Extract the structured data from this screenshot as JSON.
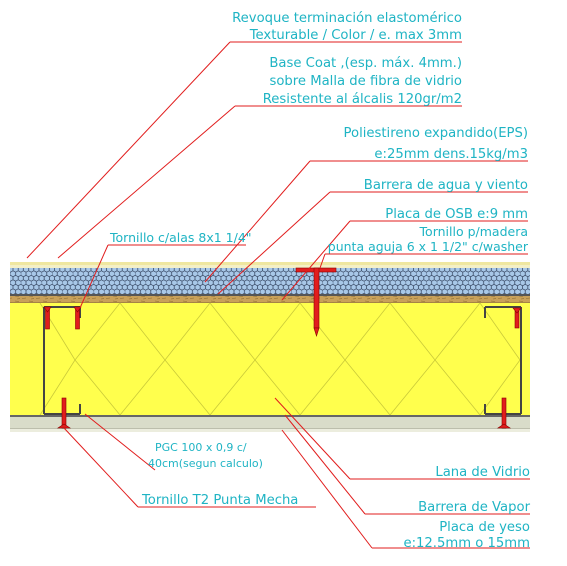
{
  "labels": {
    "revoque_1": "Revoque terminación elastomérico",
    "revoque_2": "Texturable / Color / e. max 3mm",
    "basecoat_1": "Base Coat ,(esp. máx. 4mm.)",
    "basecoat_2": "sobre Malla de fibra de vidrio",
    "basecoat_3": "Resistente al álcalis 120gr/m2",
    "eps_1": "Poliestireno expandido(EPS)",
    "eps_2": "e:25mm dens.15kg/m3",
    "barrera_agua": "Barrera de agua y viento",
    "osb": "Placa de OSB e:9 mm",
    "tornillo_madera_1": "Tornillo p/madera",
    "tornillo_madera_2": "punta aguja 6 x 1 1/2\" c/washer",
    "tornillo_alas": "Tornillo c/alas 8x1 1/4\"",
    "pgc_1": "PGC 100 x 0,9 c/",
    "pgc_2": "40cm(segun calculo)",
    "tornillo_t2": "Tornillo T2 Punta Mecha",
    "lana": "Lana de Vidrio",
    "barrera_vapor": "Barrera de Vapor",
    "yeso_1": "Placa de yeso",
    "yeso_2": "e:12.5mm o 15mm"
  },
  "colors": {
    "label_text": "#1fb4c4",
    "leader_line": "#e11d1d",
    "insulation": "#ffff4d",
    "eps": "#9ec3e6",
    "osb": "#caa35a",
    "gypsum": "#d8dcc8",
    "screw": "#e11d1d"
  }
}
